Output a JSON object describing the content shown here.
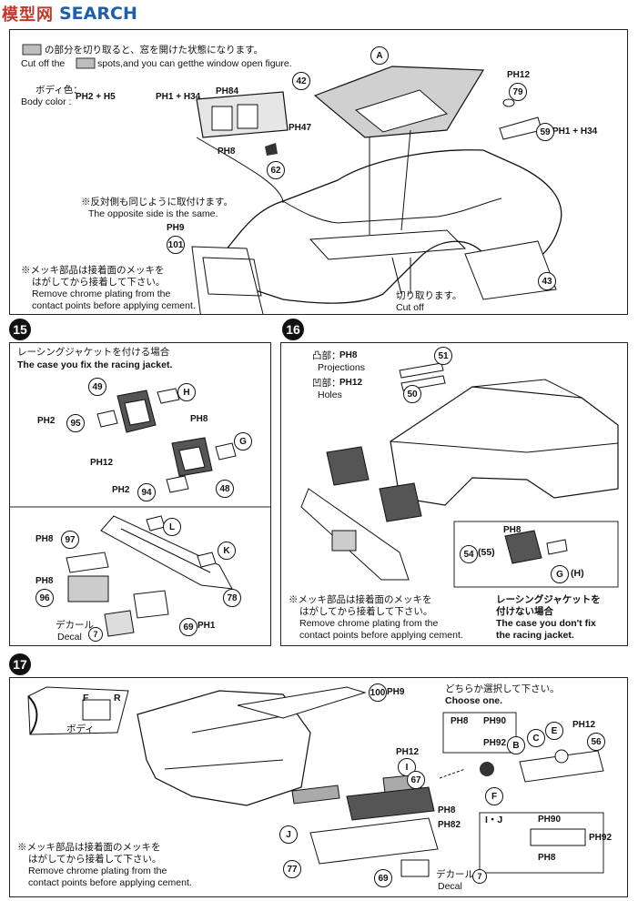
{
  "watermark": {
    "logo": "模型网",
    "site": "SEARCH"
  },
  "top": {
    "jp1": "の部分を切り取ると、窓を開けた状態になります。",
    "en1": "Cut off the",
    "en1b": "spots,and you can getthe window open figure.",
    "body_color_jp": "ボディ色：",
    "body_color_en": "Body color :",
    "body_color_code": "PH2 + H5",
    "opposite_jp": "※反対側も同じように取付けます。",
    "opposite_en": "The opposite side is the same.",
    "chrome_jp1": "※メッキ部品は接着面のメッキを",
    "chrome_jp2": "はがしてから接着して下さい。",
    "chrome_en1": "Remove chrome plating from the",
    "chrome_en2": "contact points before applying cement.",
    "cut_jp": "切り取ります。",
    "cut_en": "Cut off",
    "parts": {
      "A": "A",
      "p42": "42",
      "p79": "79",
      "p59": "59",
      "p62": "62",
      "p101": "101",
      "p43": "43"
    },
    "codes": {
      "ph84": "PH84",
      "ph1h34a": "PH1 + H34",
      "ph47": "PH47",
      "ph8": "PH8",
      "ph12": "PH12",
      "ph1h34b": "PH1 + H34",
      "ph9": "PH9"
    }
  },
  "s15": {
    "step": "15",
    "title_jp": "レーシングジャケットを付ける場合",
    "title_en": "The case you fix the racing jacket.",
    "parts": {
      "p49": "49",
      "H": "H",
      "p95": "95",
      "G": "G",
      "p48": "48",
      "p94": "94",
      "p97": "97",
      "L": "L",
      "K": "K",
      "p96": "96",
      "p78": "78",
      "p69": "69",
      "p7": "7"
    },
    "codes": {
      "ph2a": "PH2",
      "ph8": "PH8",
      "ph12": "PH12",
      "ph2b": "PH2",
      "ph8a": "PH8",
      "ph8b": "PH8",
      "ph1": "PH1"
    },
    "decal_jp": "デカール",
    "decal_en": "Decal"
  },
  "s16": {
    "step": "16",
    "proj_jp": "凸部：",
    "proj_code": "PH8",
    "proj_en": "Projections",
    "holes_jp": "凹部：",
    "holes_code": "PH12",
    "holes_en": "Holes",
    "parts": {
      "p51": "51",
      "p50": "50",
      "p54": "54",
      "p55": "(55)",
      "G": "G",
      "H": "(H)"
    },
    "ph8": "PH8",
    "chrome_jp1": "※メッキ部品は接着面のメッキを",
    "chrome_jp2": "はがしてから接着して下さい。",
    "chrome_en1": "Remove chrome plating from the",
    "chrome_en2": "contact points before applying cement.",
    "nofix_jp1": "レーシングジャケットを",
    "nofix_jp2": "付けない場合",
    "nofix_en1": "The case you don't fix",
    "nofix_en2": "the racing jacket."
  },
  "s17": {
    "step": "17",
    "F": "F",
    "R": "R",
    "body_jp": "ボディ",
    "choose_jp": "どちらか選択して下さい。",
    "choose_en": "Choose one.",
    "parts": {
      "p100": "100",
      "I": "I",
      "p67": "67",
      "J": "J",
      "p77": "77",
      "p69": "69",
      "p7": "7",
      "B": "B",
      "C": "C",
      "E": "E",
      "p56": "56",
      "F": "F",
      "IJ": "I・J"
    },
    "codes": {
      "ph9": "PH9",
      "ph12": "PH12",
      "ph82": "PH82",
      "ph8": "PH8",
      "ph90": "PH90",
      "ph92": "PH92",
      "ph12b": "PH12",
      "ph90b": "PH90",
      "ph92b": "PH92",
      "ph8b": "PH8"
    },
    "chrome_jp1": "※メッキ部品は接着面のメッキを",
    "chrome_jp2": "はがしてから接着して下さい。",
    "chrome_en1": "Remove chrome plating from the",
    "chrome_en2": "contact points before applying cement.",
    "decal_jp": "デカール",
    "decal_en": "Decal"
  }
}
